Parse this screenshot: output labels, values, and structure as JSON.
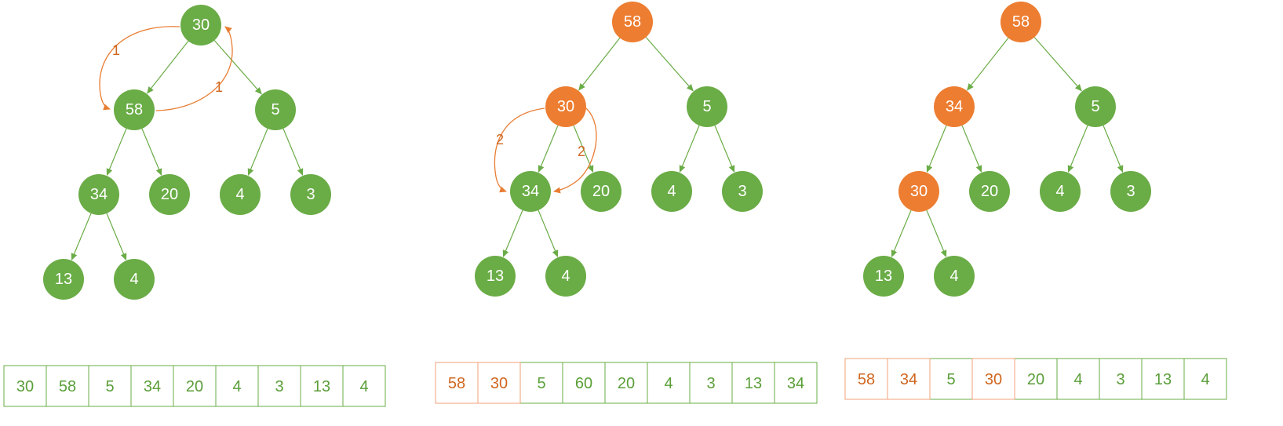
{
  "colors": {
    "default_node": "#6aac46",
    "highlight_node": "#ed7d31",
    "edge": "#6aac46",
    "swap_arrow": "#e87d33",
    "cell_border_default": "#6aac46",
    "cell_border_highlight": "#f0a078",
    "cell_text_default": "#5a9e38",
    "cell_text_highlight": "#d0661f",
    "node_text": "#ffffff"
  },
  "trees": [
    {
      "nodes": [
        {
          "id": "n0",
          "label": "30",
          "highlight": false
        },
        {
          "id": "n1",
          "label": "58",
          "highlight": false
        },
        {
          "id": "n2",
          "label": "5",
          "highlight": false
        },
        {
          "id": "n3",
          "label": "34",
          "highlight": false
        },
        {
          "id": "n4",
          "label": "20",
          "highlight": false
        },
        {
          "id": "n5",
          "label": "4",
          "highlight": false
        },
        {
          "id": "n6",
          "label": "3",
          "highlight": false
        },
        {
          "id": "n7",
          "label": "13",
          "highlight": false
        },
        {
          "id": "n8",
          "label": "4",
          "highlight": false
        }
      ],
      "edges": [
        [
          "n0",
          "n1"
        ],
        [
          "n0",
          "n2"
        ],
        [
          "n1",
          "n3"
        ],
        [
          "n1",
          "n4"
        ],
        [
          "n2",
          "n5"
        ],
        [
          "n2",
          "n6"
        ],
        [
          "n3",
          "n7"
        ],
        [
          "n3",
          "n8"
        ]
      ],
      "swap": {
        "step": "1",
        "between": [
          "n0",
          "n1"
        ]
      },
      "array": [
        {
          "value": "30",
          "highlight": false
        },
        {
          "value": "58",
          "highlight": false
        },
        {
          "value": "5",
          "highlight": false
        },
        {
          "value": "34",
          "highlight": false
        },
        {
          "value": "20",
          "highlight": false
        },
        {
          "value": "4",
          "highlight": false
        },
        {
          "value": "3",
          "highlight": false
        },
        {
          "value": "13",
          "highlight": false
        },
        {
          "value": "4",
          "highlight": false
        }
      ]
    },
    {
      "nodes": [
        {
          "id": "n0",
          "label": "58",
          "highlight": true
        },
        {
          "id": "n1",
          "label": "30",
          "highlight": true
        },
        {
          "id": "n2",
          "label": "5",
          "highlight": false
        },
        {
          "id": "n3",
          "label": "34",
          "highlight": false
        },
        {
          "id": "n4",
          "label": "20",
          "highlight": false
        },
        {
          "id": "n5",
          "label": "4",
          "highlight": false
        },
        {
          "id": "n6",
          "label": "3",
          "highlight": false
        },
        {
          "id": "n7",
          "label": "13",
          "highlight": false
        },
        {
          "id": "n8",
          "label": "4",
          "highlight": false
        }
      ],
      "edges": [
        [
          "n0",
          "n1"
        ],
        [
          "n0",
          "n2"
        ],
        [
          "n1",
          "n3"
        ],
        [
          "n1",
          "n4"
        ],
        [
          "n2",
          "n5"
        ],
        [
          "n2",
          "n6"
        ],
        [
          "n3",
          "n7"
        ],
        [
          "n3",
          "n8"
        ]
      ],
      "swap": {
        "step": "2",
        "between": [
          "n1",
          "n3"
        ]
      },
      "array": [
        {
          "value": "58",
          "highlight": true
        },
        {
          "value": "30",
          "highlight": true
        },
        {
          "value": "5",
          "highlight": false
        },
        {
          "value": "60",
          "highlight": false
        },
        {
          "value": "20",
          "highlight": false
        },
        {
          "value": "4",
          "highlight": false
        },
        {
          "value": "3",
          "highlight": false
        },
        {
          "value": "13",
          "highlight": false
        },
        {
          "value": "34",
          "highlight": false
        }
      ]
    },
    {
      "nodes": [
        {
          "id": "n0",
          "label": "58",
          "highlight": true
        },
        {
          "id": "n1",
          "label": "34",
          "highlight": true
        },
        {
          "id": "n2",
          "label": "5",
          "highlight": false
        },
        {
          "id": "n3",
          "label": "30",
          "highlight": true
        },
        {
          "id": "n4",
          "label": "20",
          "highlight": false
        },
        {
          "id": "n5",
          "label": "4",
          "highlight": false
        },
        {
          "id": "n6",
          "label": "3",
          "highlight": false
        },
        {
          "id": "n7",
          "label": "13",
          "highlight": false
        },
        {
          "id": "n8",
          "label": "4",
          "highlight": false
        }
      ],
      "edges": [
        [
          "n0",
          "n1"
        ],
        [
          "n0",
          "n2"
        ],
        [
          "n1",
          "n3"
        ],
        [
          "n1",
          "n4"
        ],
        [
          "n2",
          "n5"
        ],
        [
          "n2",
          "n6"
        ],
        [
          "n3",
          "n7"
        ],
        [
          "n3",
          "n8"
        ]
      ],
      "swap": null,
      "array": [
        {
          "value": "58",
          "highlight": true
        },
        {
          "value": "34",
          "highlight": true
        },
        {
          "value": "5",
          "highlight": false
        },
        {
          "value": "30",
          "highlight": true
        },
        {
          "value": "20",
          "highlight": false
        },
        {
          "value": "4",
          "highlight": false
        },
        {
          "value": "3",
          "highlight": false
        },
        {
          "value": "13",
          "highlight": false
        },
        {
          "value": "4",
          "highlight": false
        }
      ]
    }
  ]
}
